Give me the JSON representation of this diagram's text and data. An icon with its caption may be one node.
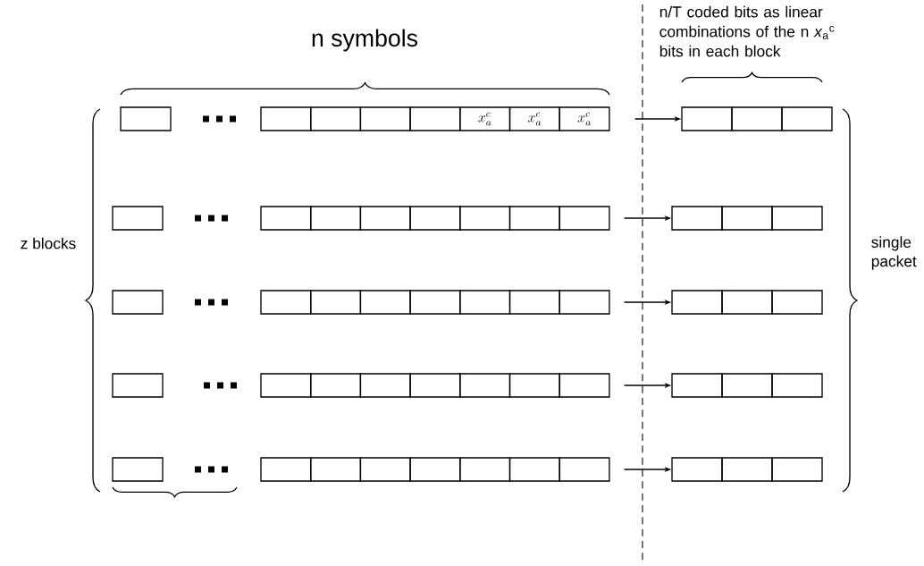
{
  "diagram": {
    "nodes": [
      {
        "text": [],
        "shape": "box"
      },
      {
        "text": [],
        "shape": "box"
      },
      {
        "text": [],
        "shape": "box"
      },
      {
        "text": [],
        "shape": "box"
      },
      {
        "text": [],
        "shape": "box"
      },
      {
        "text": [
          "x_a^c"
        ]
      },
      {
        "text": [
          "x_a^c"
        ]
      },
      {
        "text": [
          "x_a^c"
        ]
      },
      {
        "text": [],
        "shape": "box"
      },
      {
        "text": [],
        "shape": "box"
      },
      {
        "text": [],
        "shape": "box"
      },
      {
        "text": [],
        "shape": "box"
      },
      {
        "text": [],
        "shape": "box"
      },
      {
        "text": [],
        "shape": "box"
      },
      {
        "text": [],
        "shape": "box"
      },
      {
        "text": [],
        "shape": "box"
      },
      {
        "text": [],
        "shape": "box"
      },
      {
        "text": [],
        "shape": "box"
      },
      {
        "text": [],
        "shape": "box"
      },
      {
        "text": [],
        "shape": "box"
      },
      {
        "text": [],
        "shape": "box"
      },
      {
        "text": [],
        "shape": "box"
      },
      {
        "text": [],
        "shape": "box"
      },
      {
        "text": [],
        "shape": "box"
      },
      {
        "text": [],
        "shape": "box"
      },
      {
        "text": [],
        "shape": "box"
      },
      {
        "text": [],
        "shape": "box"
      },
      {
        "text": [],
        "shape": "box"
      },
      {
        "text": [],
        "shape": "box"
      },
      {
        "text": [],
        "shape": "box"
      },
      {
        "text": [],
        "shape": "box"
      },
      {
        "text": [],
        "shape": "box"
      },
      {
        "text": [],
        "shape": "box"
      },
      {
        "text": [],
        "shape": "box"
      },
      {
        "text": [],
        "shape": "box"
      },
      {
        "text": [],
        "shape": "box"
      },
      {
        "text": [],
        "shape": "box"
      },
      {
        "text": [],
        "shape": "box"
      },
      {
        "text": [],
        "shape": "box"
      },
      {
        "text": [],
        "shape": "box"
      },
      {
        "text": [],
        "shape": "box"
      },
      {
        "text": [],
        "shape": "box"
      },
      {
        "text": [],
        "shape": "box"
      },
      {
        "text": [],
        "shape": "box"
      },
      {
        "text": [],
        "shape": "box"
      },
      {
        "text": [],
        "shape": "box"
      },
      {
        "text": [],
        "shape": "box"
      },
      {
        "text": [],
        "shape": "box"
      },
      {
        "text": [],
        "shape": "box"
      },
      {
        "text": [],
        "shape": "box"
      },
      {
        "text": [],
        "shape": "box"
      },
      {
        "text": [],
        "shape": "box"
      },
      {
        "text": [],
        "shape": "box"
      },
      {
        "text": [],
        "shape": "box"
      },
      {
        "text": [],
        "shape": "box"
      }
    ],
    "edges": [
      {
        "from": 7,
        "to": 8,
        "arrow": "to"
      },
      {
        "from": 18,
        "to": 19,
        "arrow": "to"
      },
      {
        "from": 29,
        "to": 30,
        "arrow": "to"
      },
      {
        "from": 40,
        "to": 41,
        "arrow": "to"
      },
      {
        "from": 51,
        "to": 52,
        "arrow": "to"
      }
    ],
    "labels": [
      "n symbols",
      "n/T coded bits as linear combinations of the n *x*$_{a}$$^{c}$ bits in each block",
      "z blocks",
      "single packet"
    ]
  }
}
